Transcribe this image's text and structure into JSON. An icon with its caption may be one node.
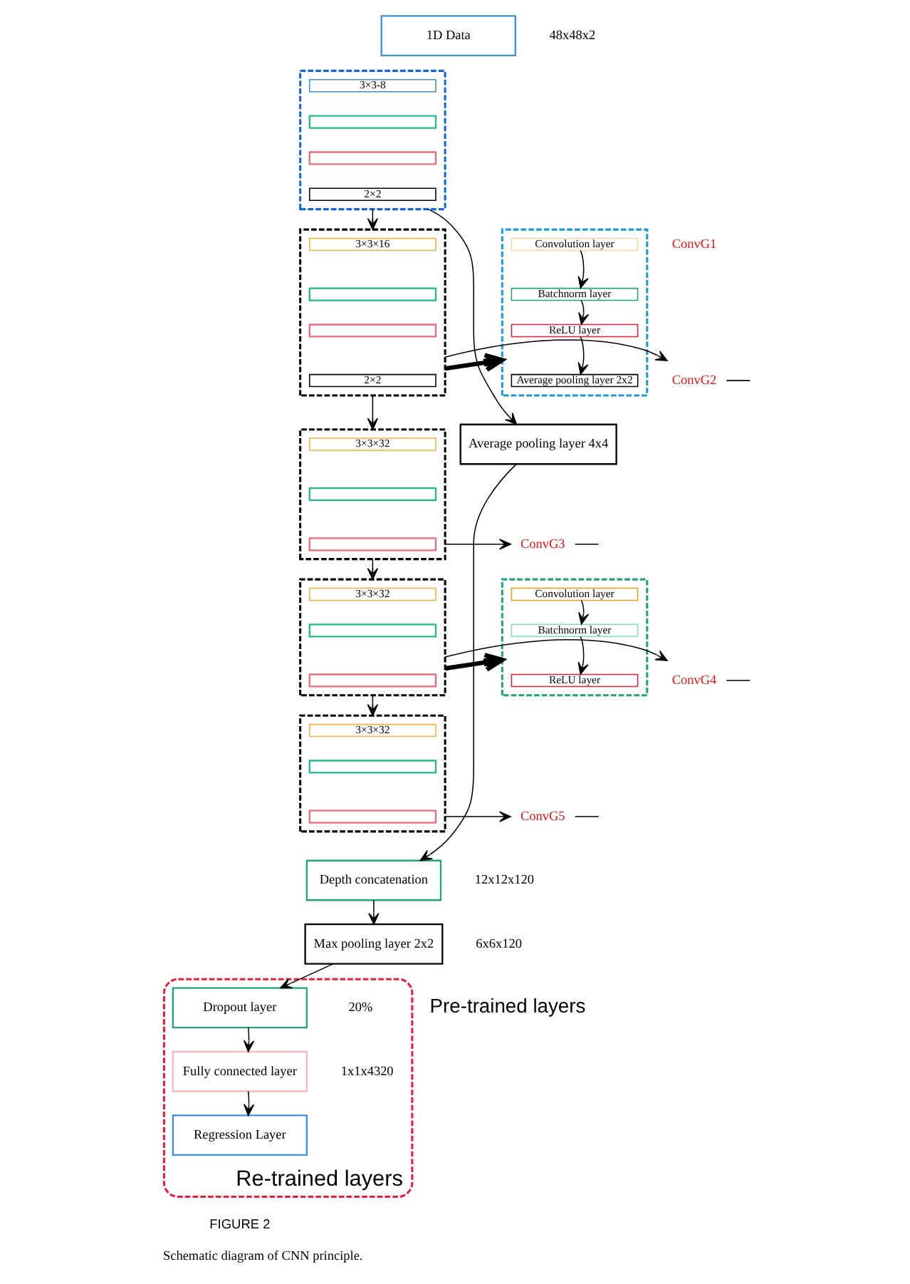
{
  "diagram": {
    "caption": "Schematic diagram of CNN principle.",
    "nodes": [
      {
        "text": [
          "1D Data"
        ],
        "beside": [
          "48x48x2"
        ]
      },
      {
        "text": [],
        "shape": "box"
      },
      {
        "text": [
          "3×3-8"
        ],
        "in": 1
      },
      {
        "text": [],
        "shape": "bar",
        "in": 1
      },
      {
        "text": [],
        "shape": "bar",
        "in": 1
      },
      {
        "text": [
          "2×2"
        ],
        "in": 1
      },
      {
        "text": [
          "Average pooling layer 4x4"
        ]
      },
      {
        "text": [
          "ConvG1"
        ]
      },
      {
        "text": [],
        "shape": "box"
      },
      {
        "text": [
          "3×3×16"
        ],
        "in": 8
      },
      {
        "text": [],
        "shape": "bar",
        "in": 8
      },
      {
        "text": [],
        "shape": "bar",
        "in": 8
      },
      {
        "text": [
          "2×2"
        ],
        "in": 8
      },
      {
        "text": [
          "ConvG2"
        ]
      },
      {
        "text": [],
        "shape": "box"
      },
      {
        "text": [
          "3×3×32"
        ],
        "in": 14
      },
      {
        "text": [],
        "shape": "bar",
        "in": 14
      },
      {
        "text": [],
        "shape": "bar",
        "in": 14
      },
      {
        "text": [
          "ConvG3"
        ]
      },
      {
        "text": [],
        "shape": "box"
      },
      {
        "text": [
          "3×3×32"
        ],
        "in": 19
      },
      {
        "text": [],
        "shape": "bar",
        "in": 19
      },
      {
        "text": [],
        "shape": "bar",
        "in": 19
      },
      {
        "text": [
          "ConvG4"
        ]
      },
      {
        "text": [],
        "shape": "box"
      },
      {
        "text": [
          "3×3×32"
        ],
        "in": 24
      },
      {
        "text": [],
        "shape": "bar",
        "in": 24
      },
      {
        "text": [],
        "shape": "bar",
        "in": 24
      },
      {
        "text": [
          "ConvG5"
        ]
      },
      {
        "text": [
          "Depth concatenation"
        ],
        "beside": [
          "12x12x120"
        ]
      },
      {
        "text": [
          "Max pooling layer 2x2"
        ],
        "beside": [
          "6x6x120"
        ]
      },
      {
        "text": [
          "Re-trained layers"
        ]
      },
      {
        "text": [
          "Dropout layer"
        ],
        "beside": [
          "20%"
        ],
        "in": 31
      },
      {
        "text": [
          "Fully connected layer"
        ],
        "beside": [
          "1x1x4320"
        ],
        "in": 31
      },
      {
        "text": [
          "Regression Layer"
        ],
        "in": 31
      },
      {
        "text": [],
        "shape": "box"
      },
      {
        "text": [
          "Convolution layer"
        ],
        "in": 35
      },
      {
        "text": [
          "Batchnorm layer"
        ],
        "in": 35
      },
      {
        "text": [
          "ReLU layer"
        ],
        "in": 35
      },
      {
        "text": [
          "Average pooling layer 2x2"
        ],
        "in": 35
      },
      {
        "text": [],
        "shape": "box"
      },
      {
        "text": [
          "Convolution layer"
        ],
        "in": 40
      },
      {
        "text": [
          "Batchnorm layer"
        ],
        "in": 40
      },
      {
        "text": [
          "ReLU layer"
        ],
        "in": 40
      }
    ],
    "edges": [
      {
        "from": 1,
        "to": 6,
        "arrow": "to"
      },
      {
        "from": 1,
        "to": 8,
        "arrow": "to"
      },
      {
        "from": 6,
        "to": 29,
        "arrow": "to"
      },
      {
        "from": 8,
        "to": 14,
        "arrow": "to"
      },
      {
        "from": 14,
        "to": 19,
        "arrow": "to"
      },
      {
        "from": 19,
        "to": 24,
        "arrow": "to"
      },
      {
        "from": 8,
        "to": 13,
        "arrow": "to"
      },
      {
        "from": 14,
        "to": 18,
        "arrow": "to"
      },
      {
        "from": 19,
        "to": 23,
        "arrow": "to"
      },
      {
        "from": 24,
        "to": 28,
        "arrow": "to"
      },
      {
        "from": 13,
        "to": null,
        "arrow": "none"
      },
      {
        "from": 18,
        "to": null,
        "arrow": "none"
      },
      {
        "from": 23,
        "to": null,
        "arrow": "none"
      },
      {
        "from": 28,
        "to": null,
        "arrow": "none"
      },
      {
        "from": 29,
        "to": 30,
        "arrow": "to"
      },
      {
        "from": 30,
        "to": 32,
        "arrow": "to"
      },
      {
        "from": 32,
        "to": 33,
        "arrow": "to"
      },
      {
        "from": 33,
        "to": 34,
        "arrow": "to"
      },
      {
        "from": 36,
        "to": 37,
        "arrow": "to"
      },
      {
        "from": 37,
        "to": 38,
        "arrow": "to"
      },
      {
        "from": 38,
        "to": 39,
        "arrow": "to"
      },
      {
        "from": 41,
        "to": 42,
        "arrow": "to"
      },
      {
        "from": 42,
        "to": 43,
        "arrow": "to"
      },
      {
        "from": 8,
        "to": 35,
        "arrow": "to",
        "style": "thick"
      },
      {
        "from": 19,
        "to": 40,
        "arrow": "to",
        "style": "thick"
      }
    ],
    "labels": [
      "Pre-trained layers",
      "FIGURE 2"
    ]
  }
}
